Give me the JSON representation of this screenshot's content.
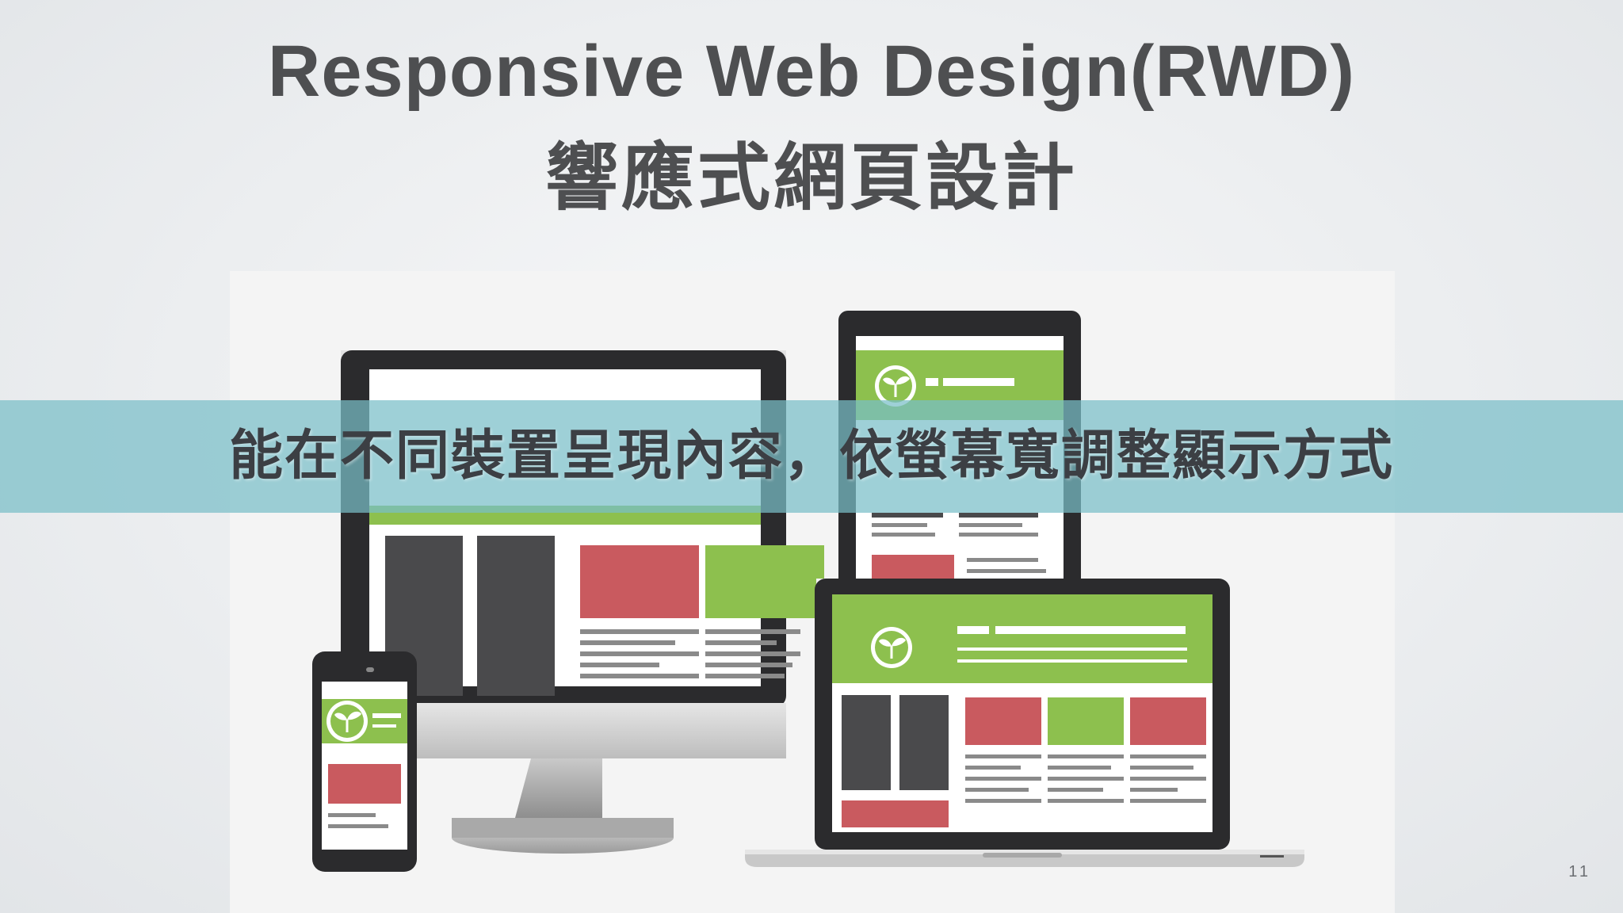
{
  "slide": {
    "title_en": "Responsive Web Design(RWD)",
    "title_zh": "響應式網頁設計",
    "banner_text": "能在不同裝置呈現內容，依螢幕寬調整顯示方式",
    "page_number": "11"
  },
  "illustration": {
    "devices": [
      "desktop-monitor",
      "tablet",
      "laptop",
      "smartphone"
    ],
    "colors": {
      "green": "#8dc04e",
      "red": "#c95a5f",
      "dark_gray": "#4a4a4c",
      "bezel": "#2b2b2d",
      "banner": "#78bec8"
    },
    "icons": [
      "leaf-logo-icon"
    ]
  }
}
